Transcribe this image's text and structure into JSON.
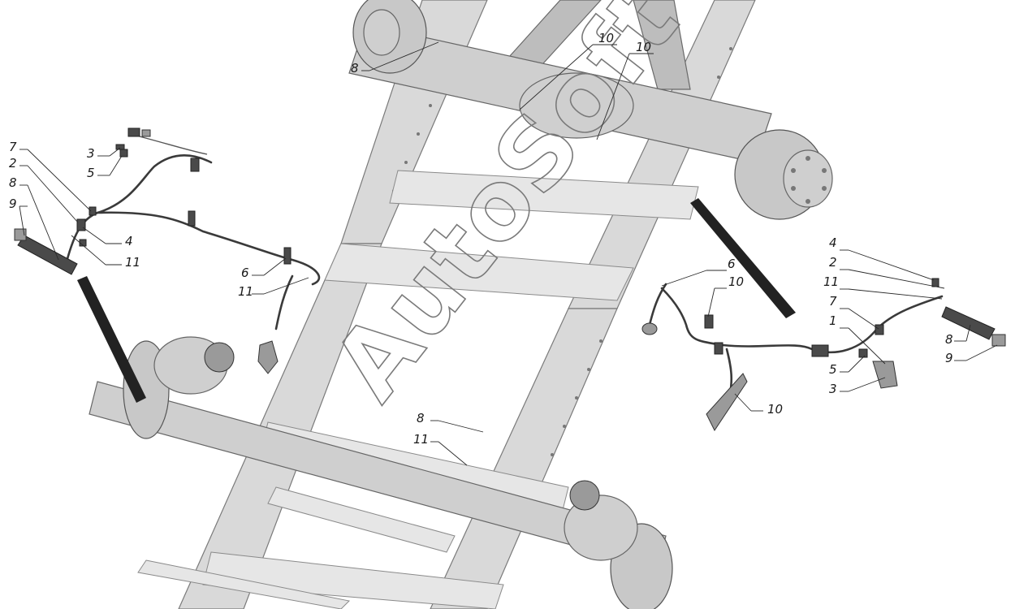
{
  "watermark": "AutoSoft",
  "callouts": [
    {
      "id": "c8-top",
      "label": "8"
    },
    {
      "id": "c10-top-a",
      "label": "10"
    },
    {
      "id": "c10-top-b",
      "label": "10"
    },
    {
      "id": "c7-left",
      "label": "7"
    },
    {
      "id": "c3-left",
      "label": "3"
    },
    {
      "id": "c5-left",
      "label": "5"
    },
    {
      "id": "c2-left",
      "label": "2"
    },
    {
      "id": "c8-left",
      "label": "8"
    },
    {
      "id": "c9-left",
      "label": "9"
    },
    {
      "id": "c4-left",
      "label": "4"
    },
    {
      "id": "c11-left",
      "label": "11"
    },
    {
      "id": "c6-left",
      "label": "6"
    },
    {
      "id": "c11-left-b",
      "label": "11"
    },
    {
      "id": "c6-right",
      "label": "6"
    },
    {
      "id": "c10-right",
      "label": "10"
    },
    {
      "id": "c4-right",
      "label": "4"
    },
    {
      "id": "c2-right",
      "label": "2"
    },
    {
      "id": "c11-right",
      "label": "11"
    },
    {
      "id": "c7-right",
      "label": "7"
    },
    {
      "id": "c1-right",
      "label": "1"
    },
    {
      "id": "c8-right",
      "label": "8"
    },
    {
      "id": "c9-right",
      "label": "9"
    },
    {
      "id": "c5-right",
      "label": "5"
    },
    {
      "id": "c3-right",
      "label": "3"
    },
    {
      "id": "c10-bottom-right",
      "label": "10"
    },
    {
      "id": "c8-center",
      "label": "8"
    },
    {
      "id": "c11-center",
      "label": "11"
    }
  ]
}
